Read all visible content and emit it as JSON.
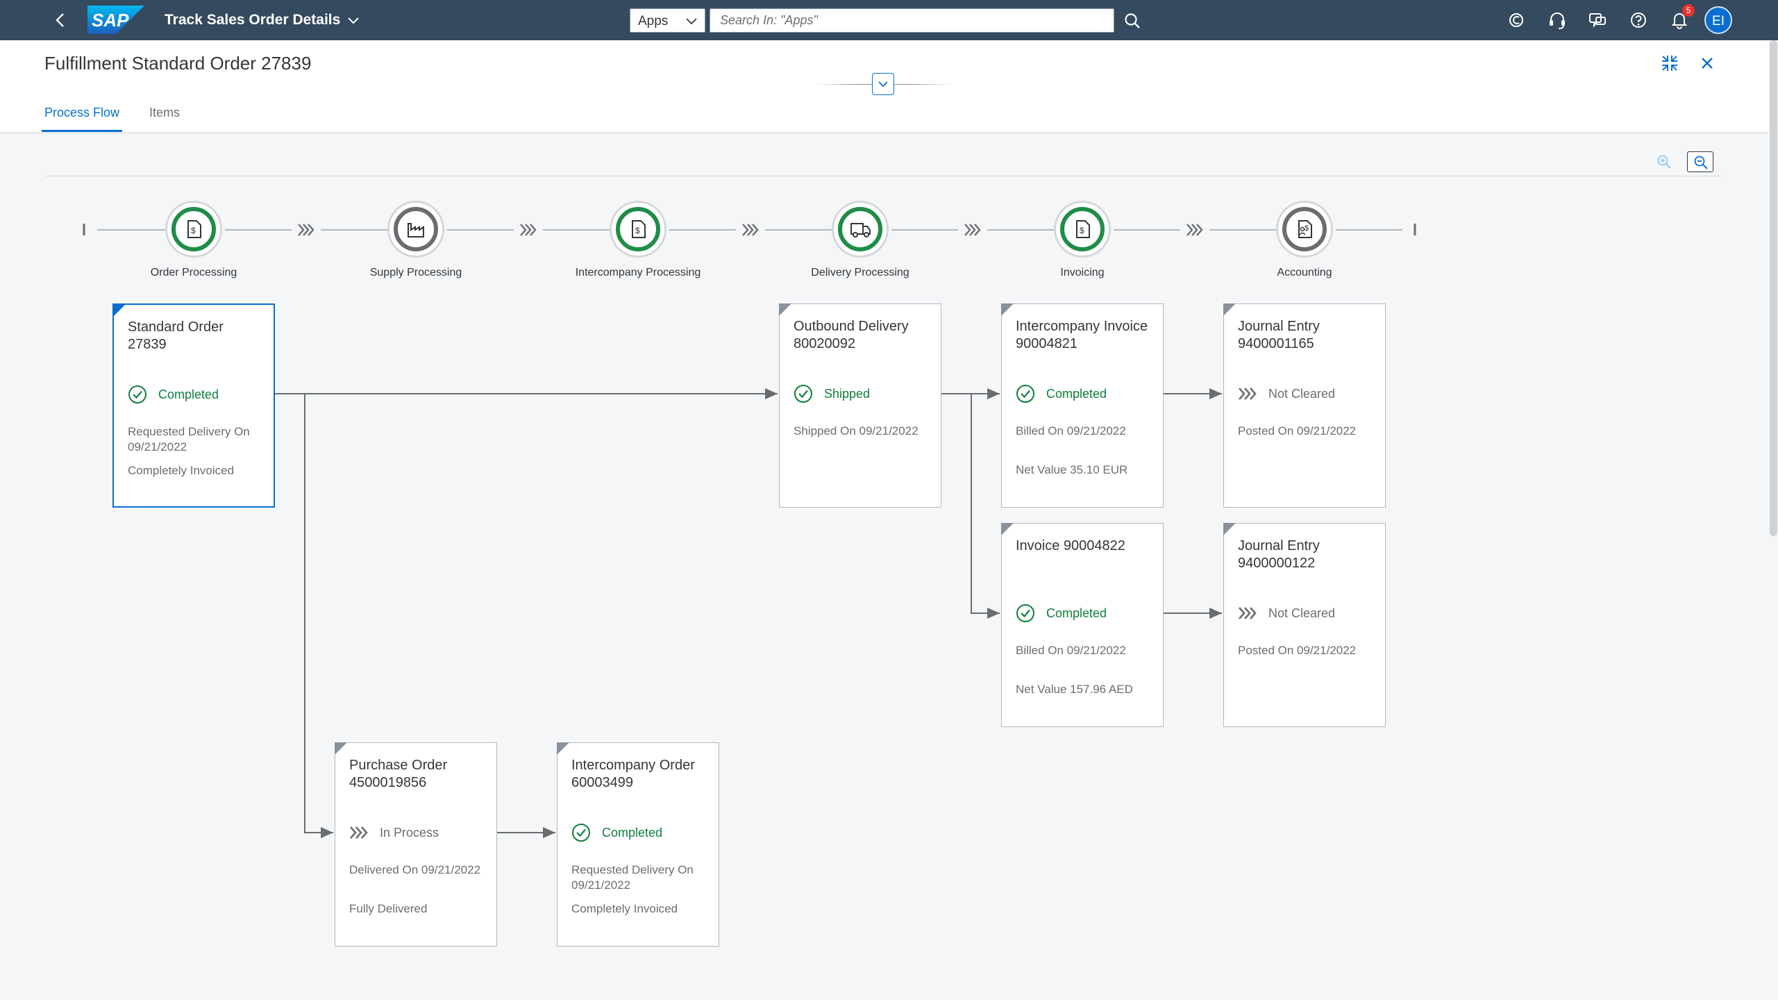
{
  "shell": {
    "app_title": "Track Sales Order Details",
    "logo_text": "SAP",
    "search_scope": "Apps",
    "search_placeholder": "Search In: \"Apps\"",
    "notification_count": "5",
    "avatar_initials": "EI"
  },
  "header": {
    "title": "Fulfillment Standard Order 27839",
    "tabs": [
      {
        "label": "Process Flow",
        "selected": true
      },
      {
        "label": "Items",
        "selected": false
      }
    ]
  },
  "lanes": [
    {
      "label": "Order Processing",
      "icon": "sales-document-icon",
      "state": "completed"
    },
    {
      "label": "Supply Processing",
      "icon": "factory-icon",
      "state": "neutral"
    },
    {
      "label": "Intercompany Processing",
      "icon": "sales-document-icon",
      "state": "completed"
    },
    {
      "label": "Delivery Processing",
      "icon": "shipping-truck-icon",
      "state": "completed"
    },
    {
      "label": "Invoicing",
      "icon": "sales-document-icon",
      "state": "completed"
    },
    {
      "label": "Accounting",
      "icon": "accounting-document-icon",
      "state": "neutral"
    }
  ],
  "nodes": {
    "standard_order": {
      "title": "Standard Order 27839",
      "status": "Completed",
      "lines": [
        "Requested Delivery On 09/21/2022",
        "Completely Invoiced"
      ]
    },
    "outbound_delivery": {
      "title": "Outbound Delivery 80020092",
      "status": "Shipped",
      "lines": [
        "Shipped On 09/21/2022"
      ]
    },
    "intercompany_invoice": {
      "title": "Intercompany Invoice 90004821",
      "status": "Completed",
      "lines": [
        "Billed On 09/21/2022",
        "Net Value 35.10 EUR"
      ]
    },
    "journal_entry_1": {
      "title": "Journal Entry 9400001165",
      "status": "Not Cleared",
      "lines": [
        "Posted On 09/21/2022"
      ]
    },
    "invoice": {
      "title": "Invoice 90004822",
      "status": "Completed",
      "lines": [
        "Billed On 09/21/2022",
        "Net Value 157.96 AED"
      ]
    },
    "journal_entry_2": {
      "title": "Journal Entry 9400000122",
      "status": "Not Cleared",
      "lines": [
        "Posted On 09/21/2022"
      ]
    },
    "purchase_order": {
      "title": "Purchase Order 4500019856",
      "status": "In Process",
      "lines": [
        "Delivered On 09/21/2022",
        "Fully Delivered"
      ]
    },
    "intercompany_order": {
      "title": "Intercompany Order 60003499",
      "status": "Completed",
      "lines": [
        "Requested Delivery On 09/21/2022",
        "Completely Invoiced"
      ]
    }
  },
  "colors": {
    "shell_bg": "#354a5f",
    "accent": "#0a6ed1",
    "positive": "#107e3e",
    "neutral": "#6a6d70"
  }
}
